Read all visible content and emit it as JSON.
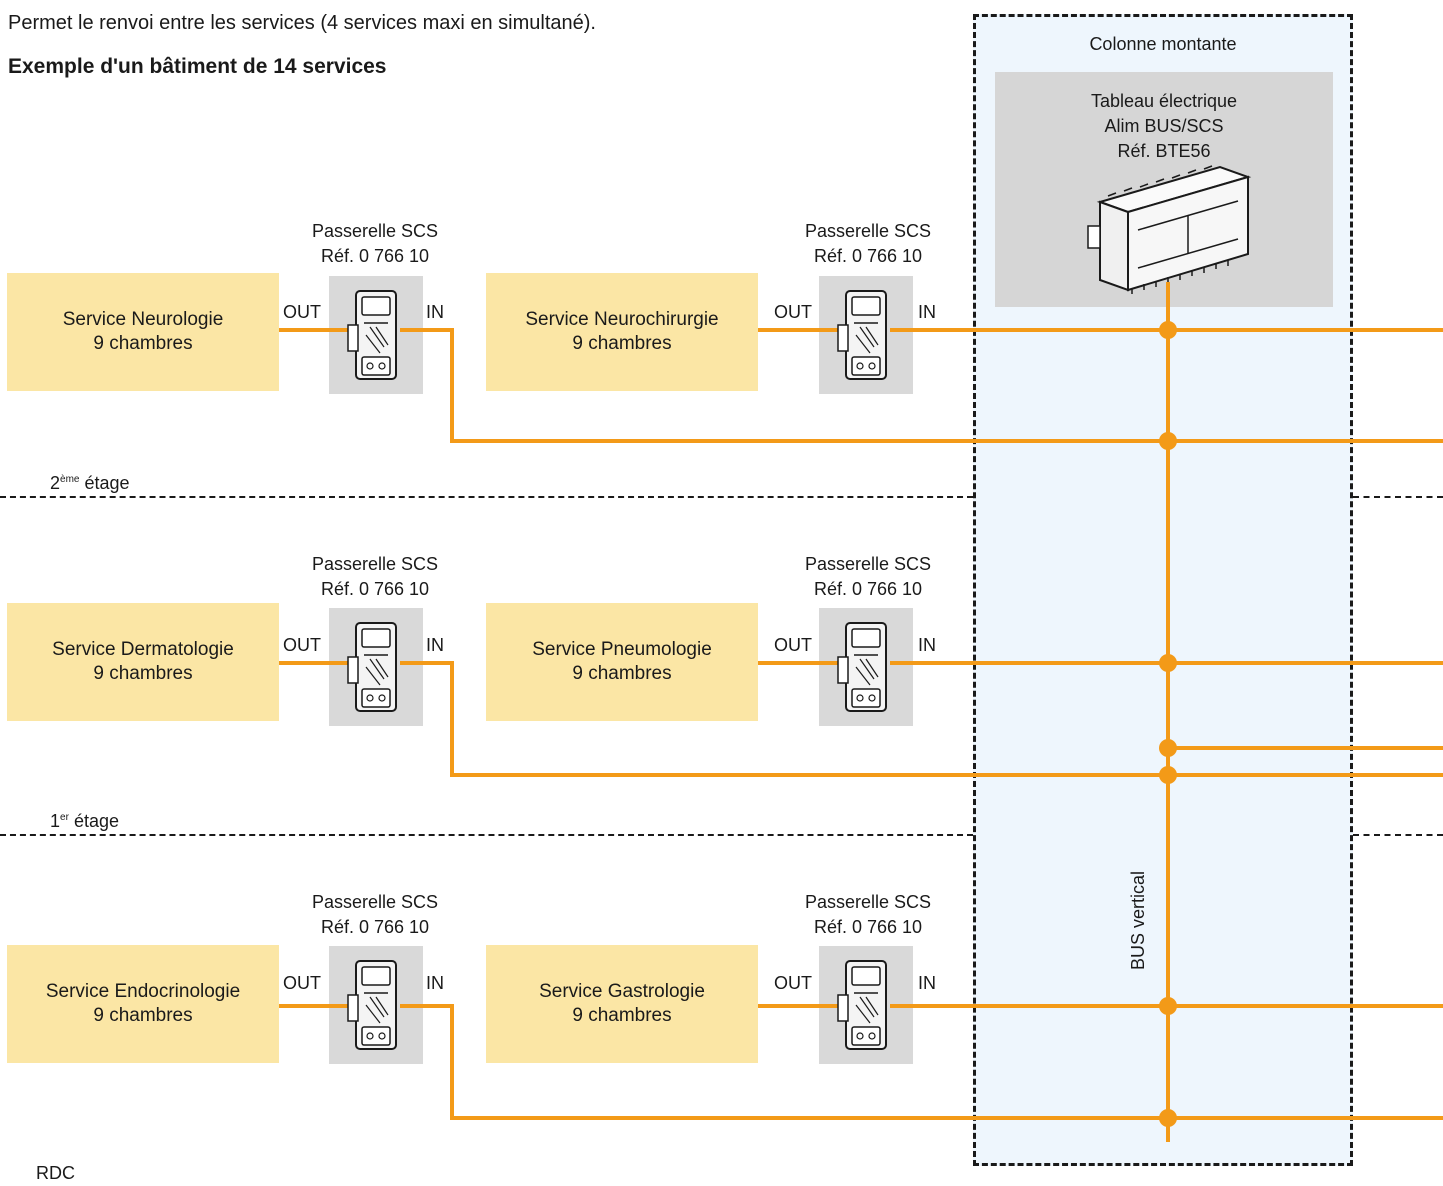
{
  "intro": "Permet le renvoi entre les services (4 services maxi en simultané).",
  "heading": "Exemple d'un bâtiment de 14 services",
  "column": {
    "label": "Colonne montante",
    "panel": {
      "line1": "Tableau électrique",
      "line2": "Alim BUS/SCS",
      "line3": "Réf. BTE56"
    },
    "bus_label": "BUS vertical"
  },
  "floors": {
    "second": {
      "number": "2",
      "sup": "ème",
      "word": "étage"
    },
    "first": {
      "number": "1",
      "sup": "er",
      "word": "étage"
    },
    "ground": "RDC"
  },
  "gateway": {
    "line1": "Passerelle SCS",
    "line2": "Réf. 0 766 10"
  },
  "ports": {
    "out": "OUT",
    "in": "IN"
  },
  "services": [
    {
      "name": "Service Neurologie",
      "rooms": "9 chambres"
    },
    {
      "name": "Service Neurochirurgie",
      "rooms": "9 chambres"
    },
    {
      "name": "Service Dermatologie",
      "rooms": "9 chambres"
    },
    {
      "name": "Service Pneumologie",
      "rooms": "9 chambres"
    },
    {
      "name": "Service Endocrinologie",
      "rooms": "9 chambres"
    },
    {
      "name": "Service Gastrologie",
      "rooms": "9 chambres"
    }
  ],
  "colors": {
    "bus": "#f39a18",
    "service": "#fbe6a5",
    "column": "#eef6fd",
    "device": "#d9d9d9"
  }
}
